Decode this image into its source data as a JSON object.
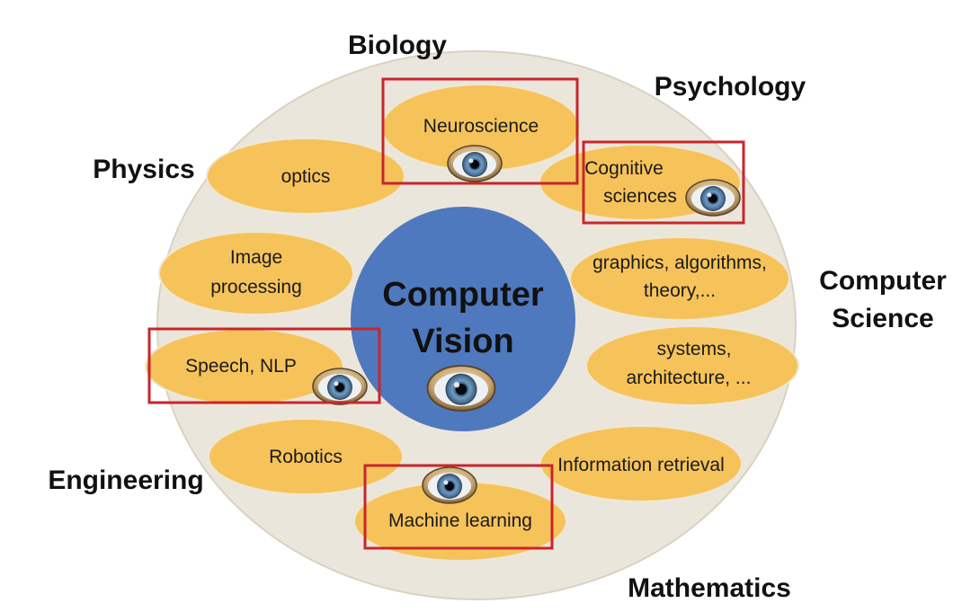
{
  "center": {
    "line1": "Computer",
    "line2": "Vision",
    "icon": "eye-icon"
  },
  "colors": {
    "background_ellipse": "#ebe6dc",
    "topic_oval": "#f6c35a",
    "center_circle": "#4f79be",
    "highlight": "#c8262b"
  },
  "fields": {
    "biology": "Biology",
    "psychology": "Psychology",
    "physics": "Physics",
    "computer_science_1": "Computer",
    "computer_science_2": "Science",
    "engineering": "Engineering",
    "mathematics": "Mathematics"
  },
  "topics": {
    "neuroscience": "Neuroscience",
    "optics": "optics",
    "cognitive_1": "Cognitive",
    "cognitive_2": "sciences",
    "image_processing_1": "Image",
    "image_processing_2": "processing",
    "graphics_1": "graphics, algorithms,",
    "graphics_2": "theory,...",
    "speech_nlp": "Speech, NLP",
    "systems_1": "systems,",
    "systems_2": "architecture, ...",
    "robotics": "Robotics",
    "information_retrieval": "Information retrieval",
    "machine_learning": "Machine learning"
  },
  "highlighted": [
    "Neuroscience",
    "Cognitive sciences",
    "Speech, NLP",
    "Machine learning"
  ]
}
